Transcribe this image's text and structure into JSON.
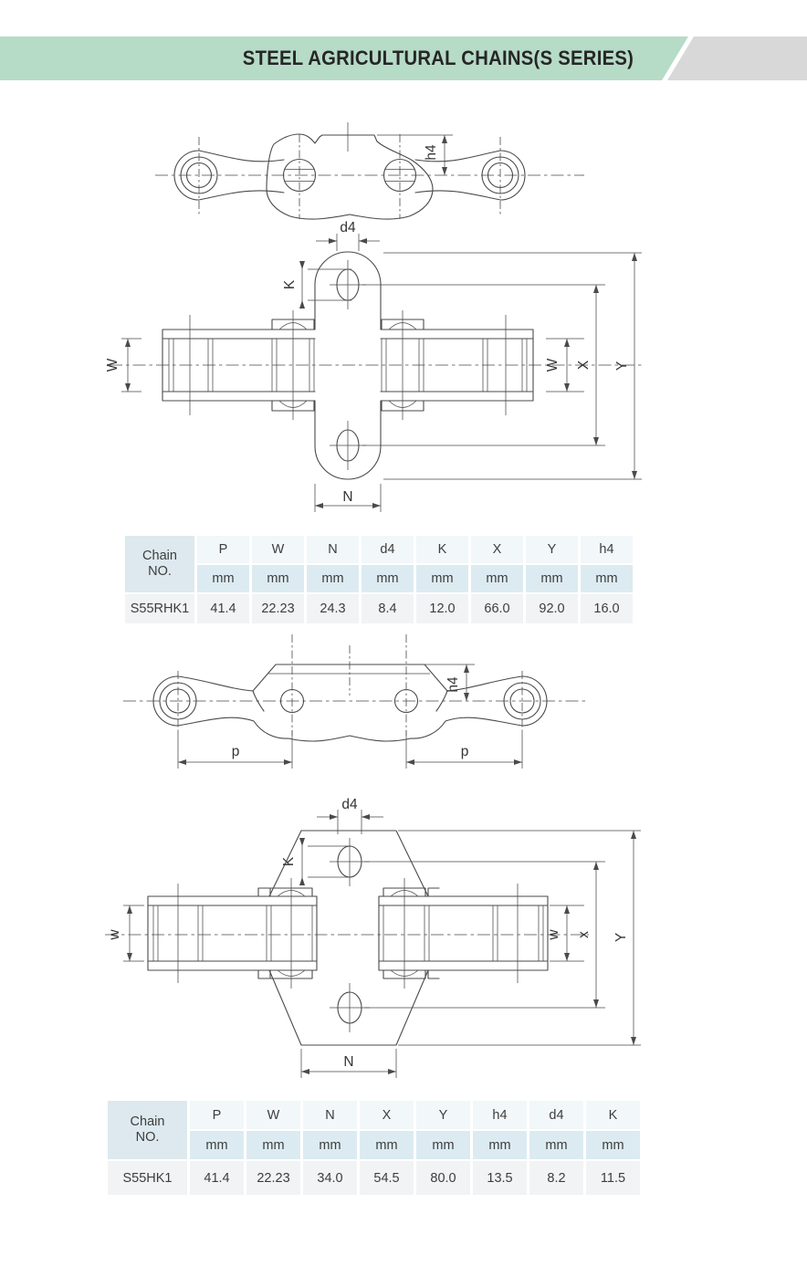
{
  "banner": {
    "title": "STEEL AGRICULTURAL CHAINS(S SERIES)"
  },
  "colors": {
    "banner_green": "#b6dbc7",
    "banner_gray": "#d8d8d8",
    "drawing_line": "#4a4a4a",
    "table_chain_bg": "#dde9ee",
    "table_header_bg": "#f2f7f9",
    "table_unit_bg": "#dcebf1",
    "table_data_bg": "#f1f3f5"
  },
  "drawings": {
    "side_view_rhk1": {
      "h4": "h4"
    },
    "plan_view_rhk1": {
      "d4": "d4",
      "k": "K",
      "w_left": "W",
      "w_right": "W",
      "x": "X",
      "y": "Y",
      "n": "N"
    },
    "side_view_hk1": {
      "h4": "h4",
      "p_left": "p",
      "p_right": "p"
    },
    "plan_view_hk1": {
      "d4": "d4",
      "k": "K",
      "w_left": "w",
      "w_right": "w",
      "x": "x",
      "y": "Y",
      "n": "N"
    }
  },
  "table1": {
    "chain_header": "Chain\nNO.",
    "columns": [
      "P",
      "W",
      "N",
      "d4",
      "K",
      "X",
      "Y",
      "h4"
    ],
    "unit": "mm",
    "rows": [
      {
        "chain_no": "S55RHK1",
        "values": [
          "41.4",
          "22.23",
          "24.3",
          "8.4",
          "12.0",
          "66.0",
          "92.0",
          "16.0"
        ]
      }
    ]
  },
  "table2": {
    "chain_header": "Chain\nNO.",
    "columns": [
      "P",
      "W",
      "N",
      "X",
      "Y",
      "h4",
      "d4",
      "K"
    ],
    "unit": "mm",
    "rows": [
      {
        "chain_no": "S55HK1",
        "values": [
          "41.4",
          "22.23",
          "34.0",
          "54.5",
          "80.0",
          "13.5",
          "8.2",
          "11.5"
        ]
      }
    ]
  }
}
